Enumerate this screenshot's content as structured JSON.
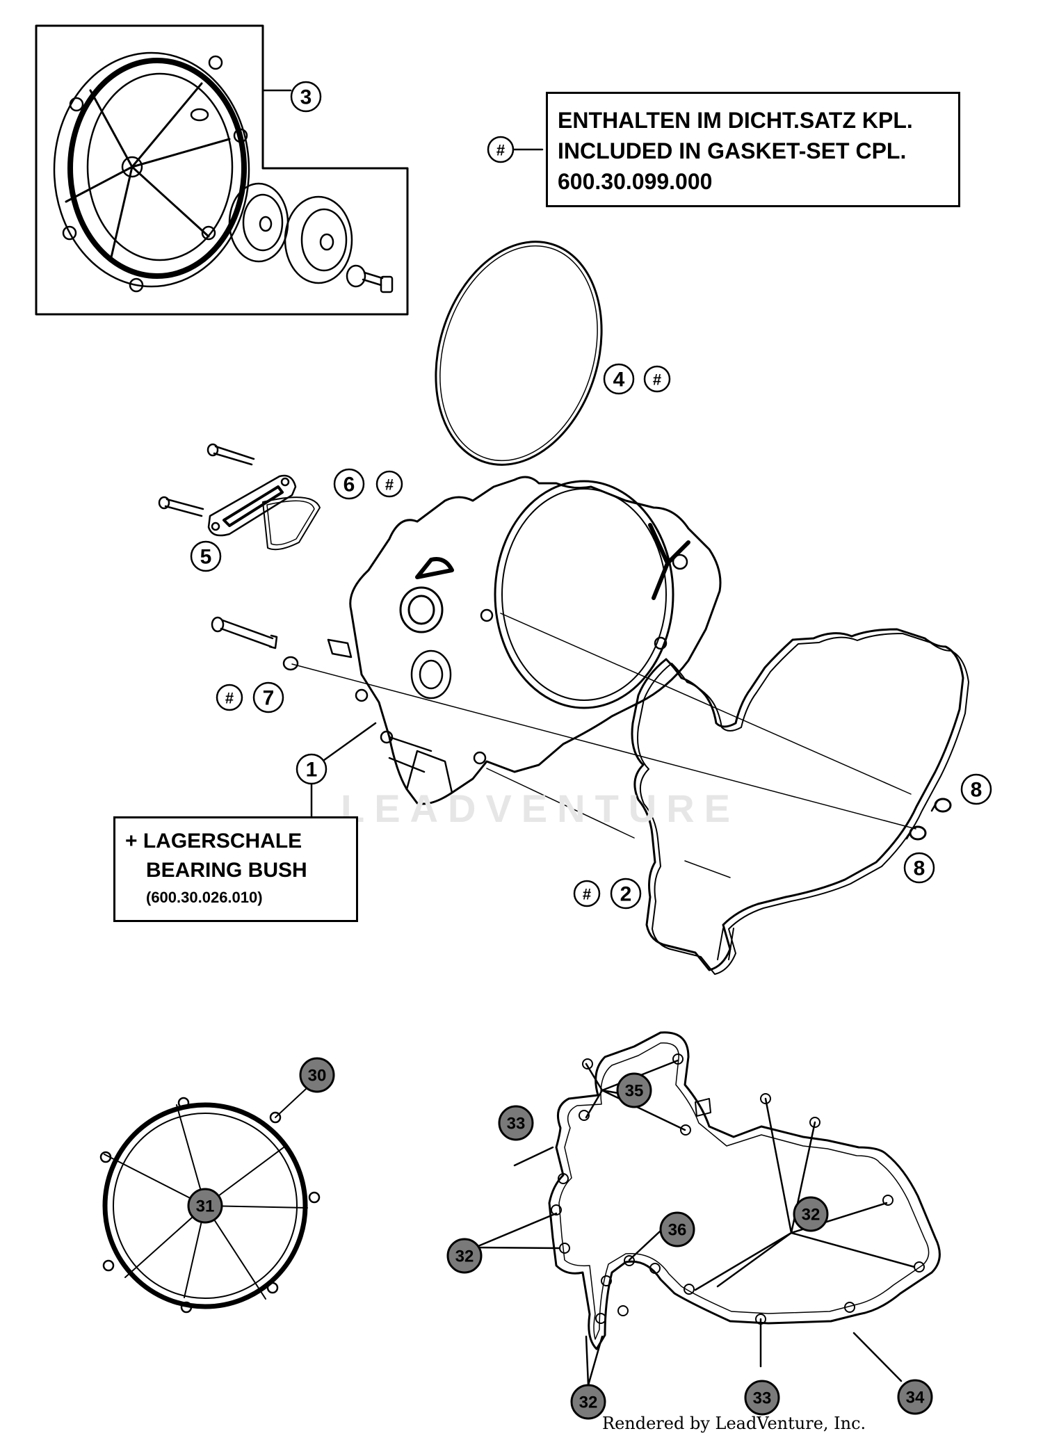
{
  "gasket_note": {
    "symbol": "#",
    "line1": "ENTHALTEN IM DICHT.SATZ KPL.",
    "line2": "INCLUDED IN GASKET-SET CPL.",
    "line3": "600.30.099.000"
  },
  "bearing_note": {
    "line1": "+ LAGERSCHALE",
    "line2": "BEARING BUSH",
    "line3": "(600.30.026.010)"
  },
  "callouts": {
    "c1": "1",
    "c2": "2",
    "c3": "3",
    "c4": "4",
    "c5": "5",
    "c6": "6",
    "c7": "7",
    "c8a": "8",
    "c8b": "8",
    "c30": "30",
    "c31": "31",
    "c32a": "32",
    "c32b": "32",
    "c32c": "32",
    "c33a": "33",
    "c33b": "33",
    "c34": "34",
    "c35": "35",
    "c36": "36",
    "hash": "#"
  },
  "watermark": "LEADVENTURE",
  "footer": "Rendered by LeadVenture, Inc.",
  "colors": {
    "line": "#000000",
    "filled_callout": "#7a7a7a",
    "background": "#ffffff"
  }
}
